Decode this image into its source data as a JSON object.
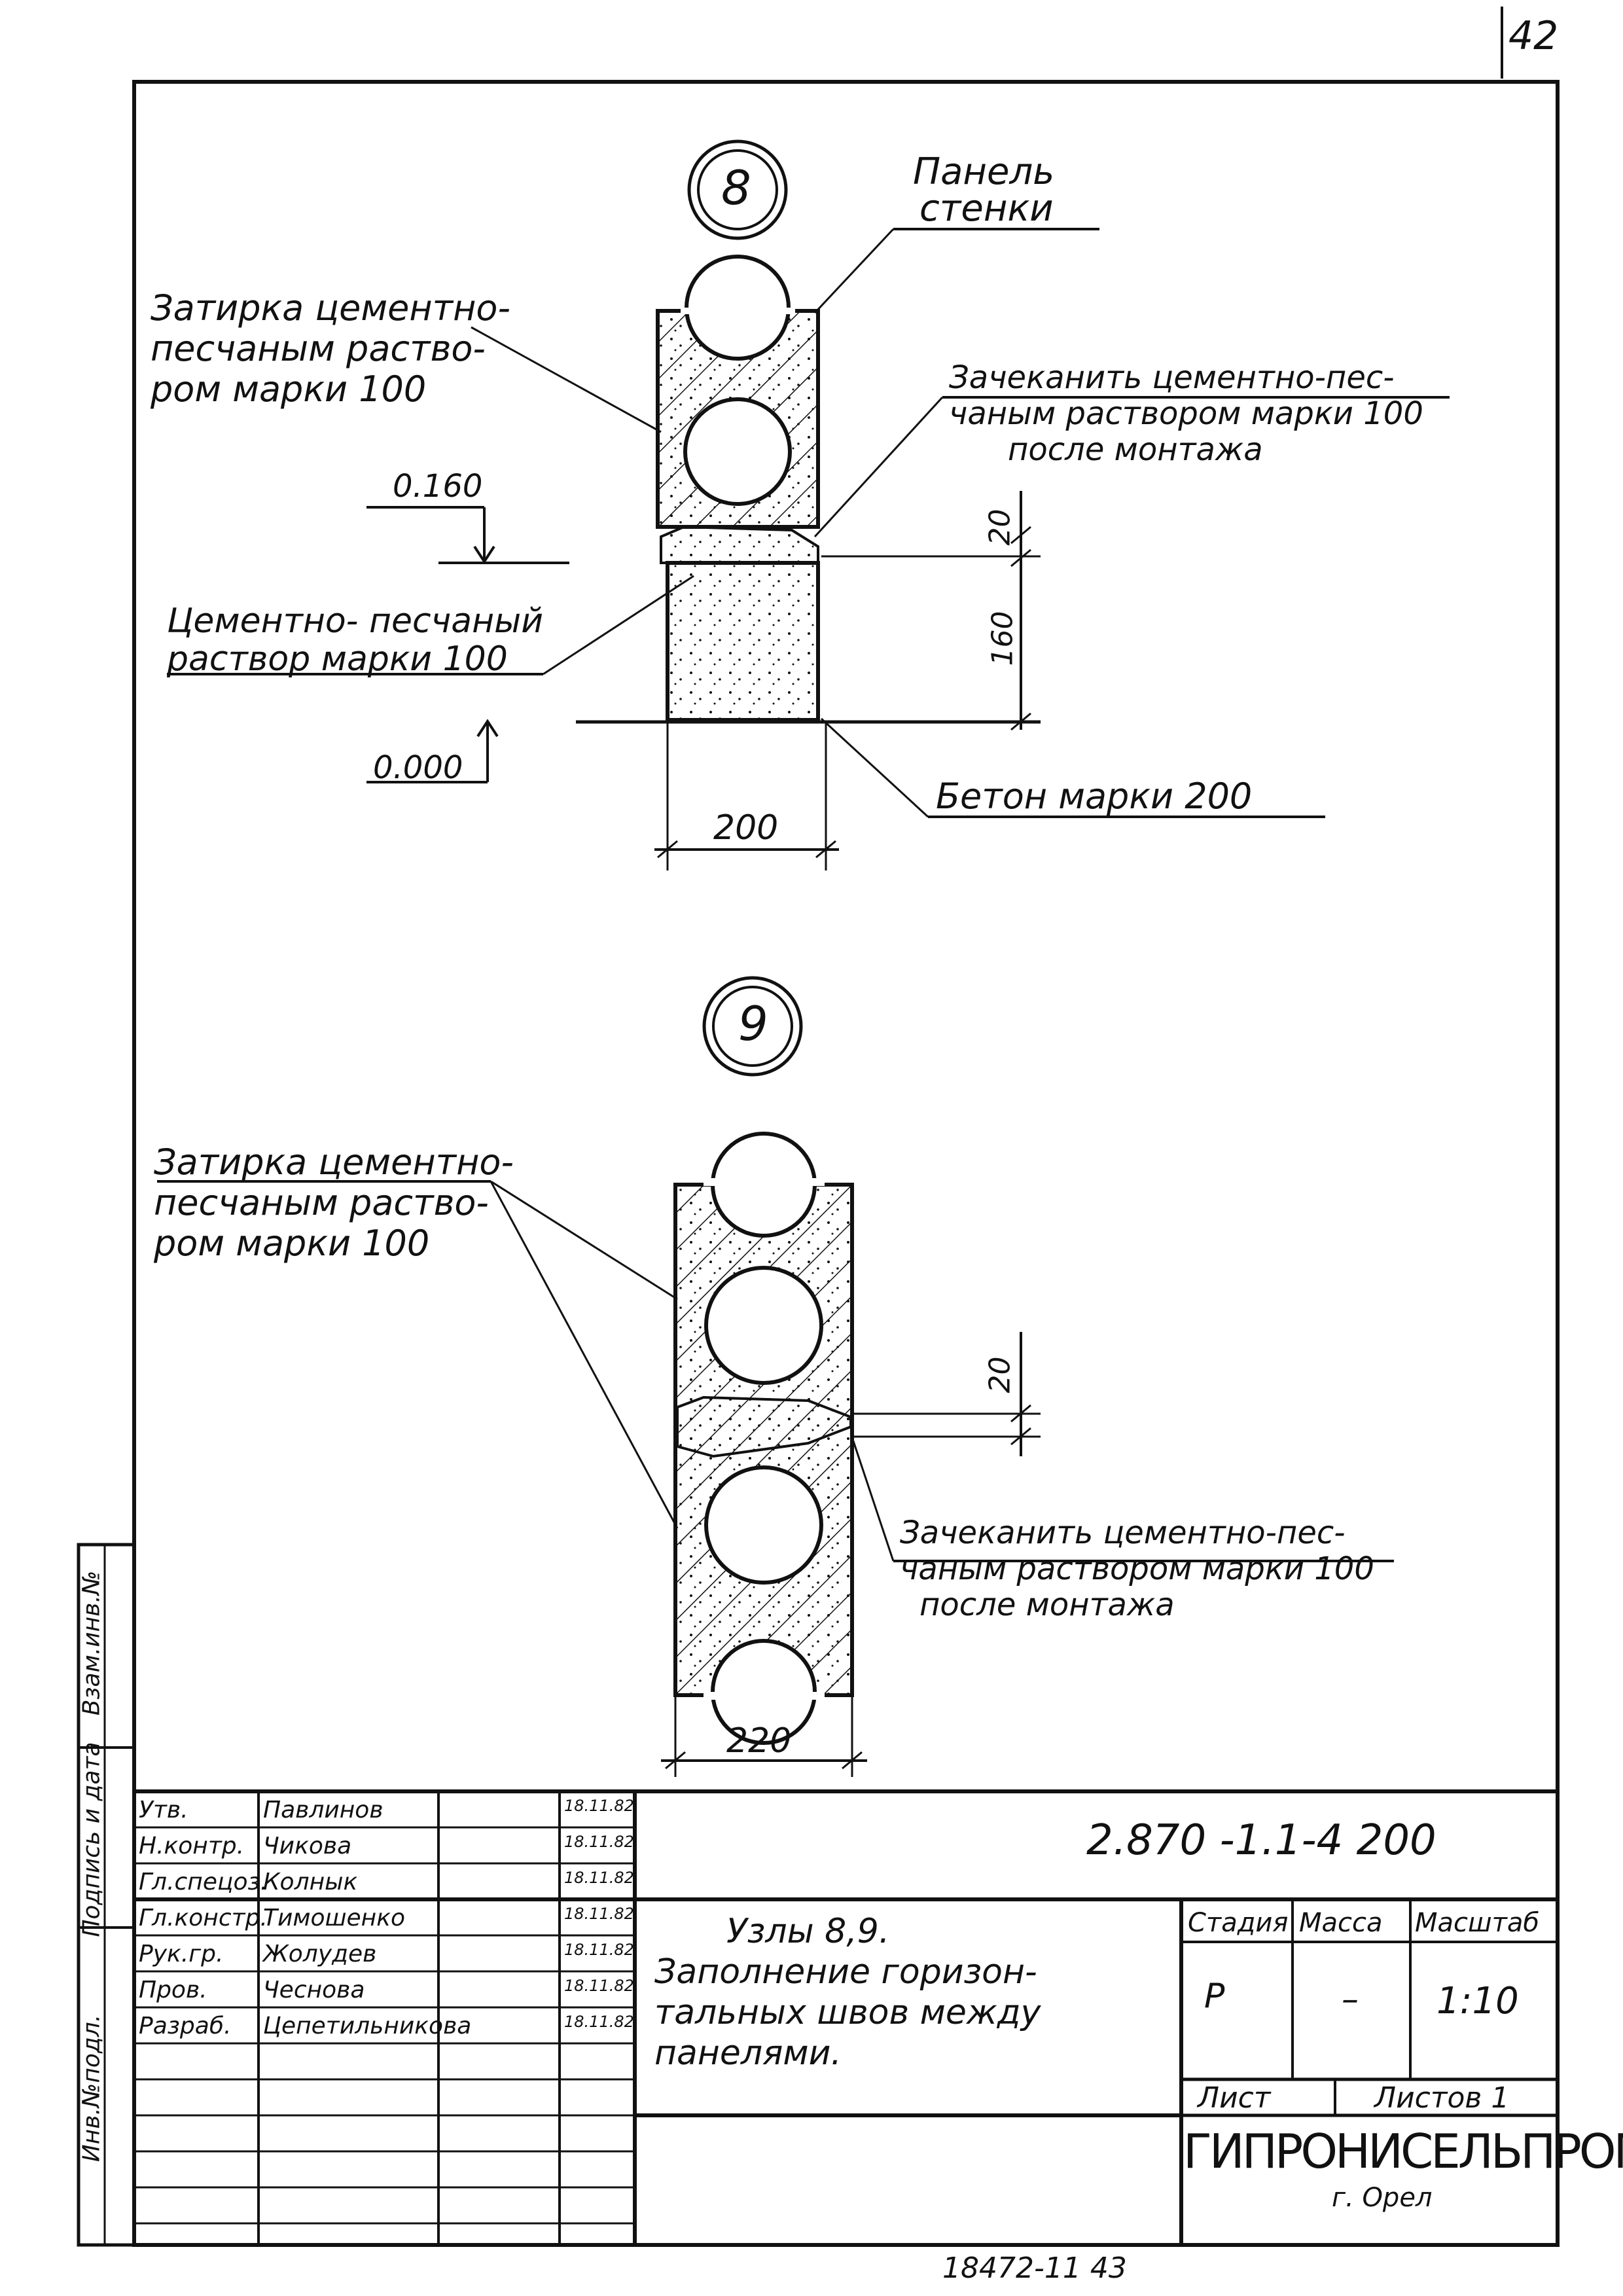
{
  "page_number": "42",
  "node8": {
    "label": "8",
    "callouts": {
      "panel": [
        "Панель",
        "стенки"
      ],
      "rub": [
        "Затирка цементно-",
        "песчаным раство-",
        "ром марки 100"
      ],
      "caulk": [
        "Зачеканить цементно-пес-",
        "чаным раствором марки 100",
        "после монтажа"
      ],
      "mortar": [
        "Цементно- песчаный",
        "раствор марки 100"
      ],
      "concrete": "Бетон марки 200"
    },
    "levels": {
      "top": "0.160",
      "bottom": "0.000"
    },
    "dims": {
      "joint": "20",
      "height": "160",
      "width": "200"
    }
  },
  "node9": {
    "label": "9",
    "callouts": {
      "rub": [
        "Затирка цементно-",
        "песчаным раство-",
        "ром марки 100"
      ],
      "caulk": [
        "Зачеканить цементно-пес-",
        "чаным раствором марки 100",
        "после монтажа"
      ]
    },
    "dims": {
      "joint": "20",
      "width": "220"
    }
  },
  "side_stamp": [
    "Взам.инв.№",
    "Подпись и дата",
    "Инв.№подл."
  ],
  "title_block": {
    "doc_code": "2.870 -1.1-4 200",
    "title_lines": [
      "Узлы 8,9.",
      "Заполнение горизон-",
      "тальных швов между",
      "панелями."
    ],
    "headers": {
      "stage": "Стадия",
      "mass": "Масса",
      "scale": "Масштаб"
    },
    "values": {
      "stage": "Р",
      "mass": "–",
      "scale": "1:10"
    },
    "sheet": "Лист",
    "sheets": "Листов 1",
    "org": "ГИПРОНИСЕЛЬПРОМ",
    "city": "г. Орел",
    "rows": [
      {
        "role": "Утв.",
        "name": "Павлинов",
        "date": "18.11.82"
      },
      {
        "role": "Н.контр.",
        "name": "Чикова",
        "date": "18.11.82"
      },
      {
        "role": "Гл.спецоз.",
        "name": "Колнык",
        "date": "18.11.82"
      },
      {
        "role": "Гл.констр.",
        "name": "Тимошенко",
        "date": "18.11.82"
      },
      {
        "role": "Рук.гр.",
        "name": "Жолудев",
        "date": "18.11.82"
      },
      {
        "role": "Пров.",
        "name": "Чеснова",
        "date": "18.11.82"
      },
      {
        "role": "Разраб.",
        "name": "Цепетильникова",
        "date": "18.11.82"
      }
    ]
  },
  "bottom_code": "18472-11  43"
}
